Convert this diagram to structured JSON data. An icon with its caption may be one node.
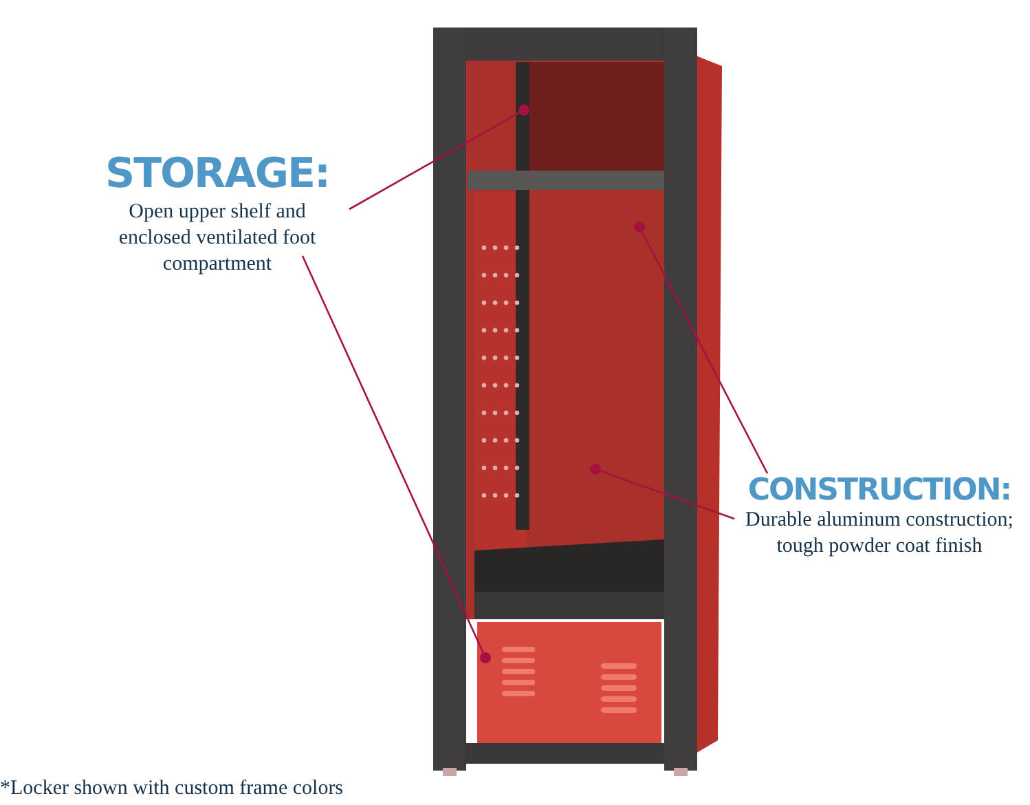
{
  "diagram": {
    "nodes": [
      {
        "text": [
          "STORAGE:",
          "Open upper shelf and enclosed ventilated foot compartment"
        ]
      },
      {
        "text": [],
        "shape": "circle"
      },
      {
        "text": [],
        "shape": "circle"
      },
      {
        "text": [
          "CONSTRUCTION:",
          "Durable aluminum construction; tough powder coat finish"
        ]
      },
      {
        "text": [],
        "shape": "circle"
      },
      {
        "text": [],
        "shape": "circle"
      }
    ],
    "edges": [
      {
        "from": 0,
        "to": 1,
        "arrow": "none"
      },
      {
        "from": 0,
        "to": 2,
        "arrow": "none"
      },
      {
        "from": 3,
        "to": 4,
        "arrow": "none"
      },
      {
        "from": 3,
        "to": 5,
        "arrow": "none"
      }
    ],
    "labels": [
      "*Locker shown with custom frame colors"
    ]
  }
}
